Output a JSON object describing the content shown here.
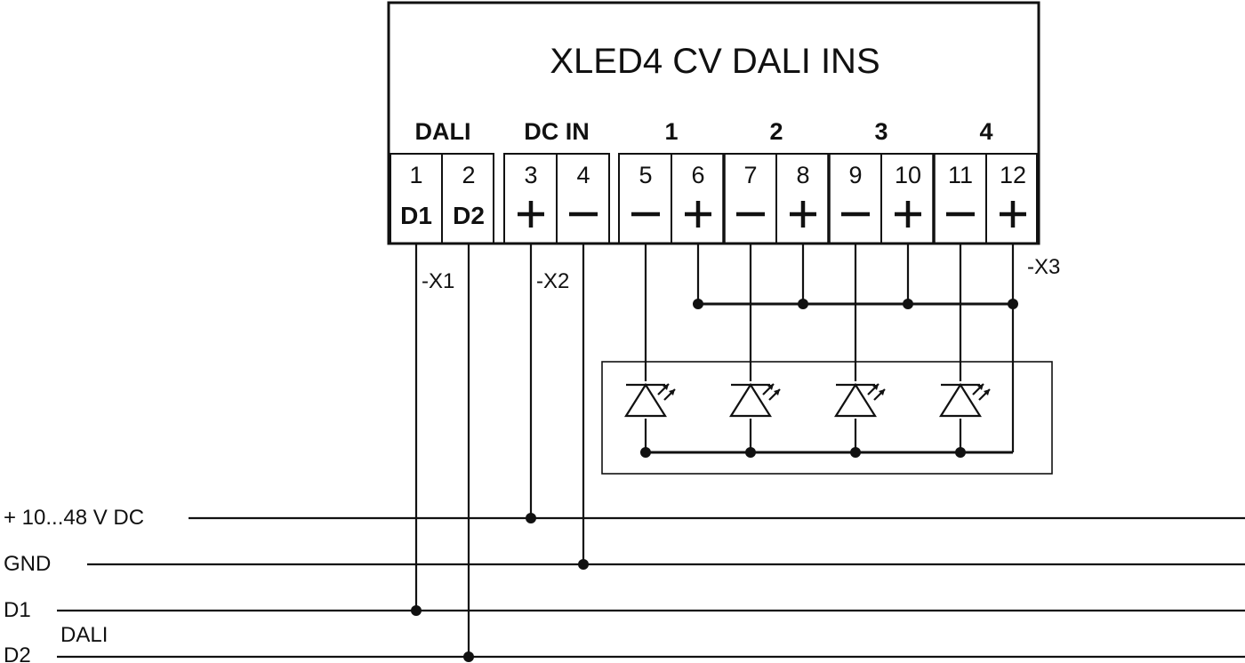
{
  "device": {
    "title": "XLED4 CV DALI INS",
    "groups": [
      "DALI",
      "DC IN",
      "1",
      "2",
      "3",
      "4"
    ],
    "terminals": [
      {
        "number": "1",
        "symbol": "D1"
      },
      {
        "number": "2",
        "symbol": "D2"
      },
      {
        "number": "3",
        "symbol": "plus"
      },
      {
        "number": "4",
        "symbol": "minus"
      },
      {
        "number": "5",
        "symbol": "minus"
      },
      {
        "number": "6",
        "symbol": "plus"
      },
      {
        "number": "7",
        "symbol": "minus"
      },
      {
        "number": "8",
        "symbol": "plus"
      },
      {
        "number": "9",
        "symbol": "minus"
      },
      {
        "number": "10",
        "symbol": "plus"
      },
      {
        "number": "11",
        "symbol": "minus"
      },
      {
        "number": "12",
        "symbol": "plus"
      }
    ]
  },
  "connectors": {
    "x1": "-X1",
    "x2": "-X2",
    "x3": "-X3"
  },
  "rails": {
    "supply": "+ 10...48 V DC",
    "gnd": "GND",
    "d1": "D1",
    "d2": "D2",
    "dali": "DALI"
  },
  "led_count": 4
}
